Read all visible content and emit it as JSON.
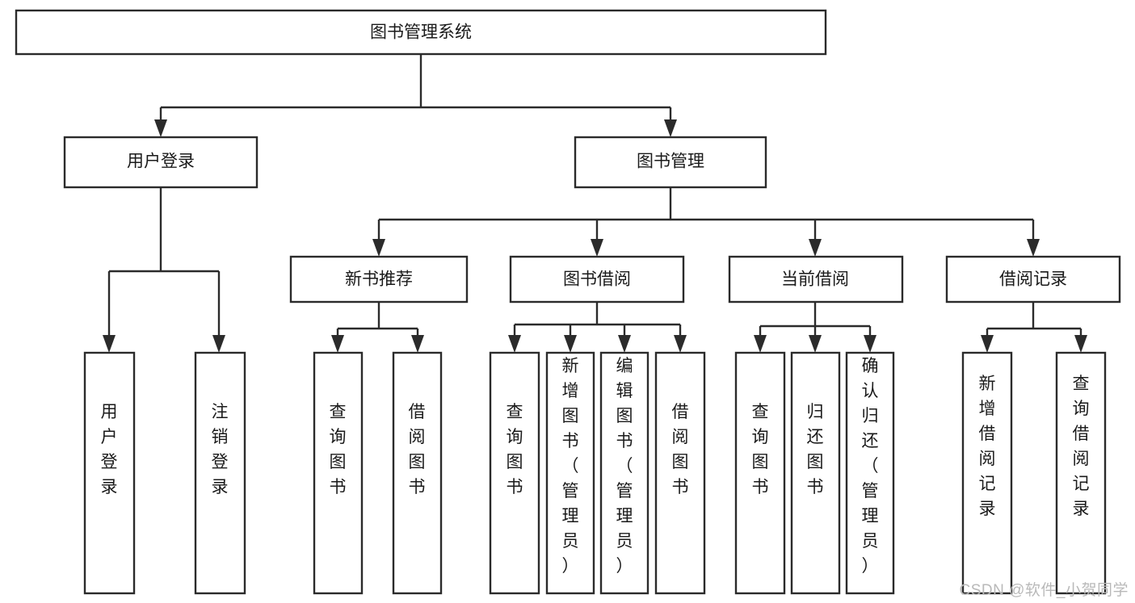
{
  "diagram": {
    "type": "hierarchy-tree",
    "title": "图书管理系统",
    "watermark": "CSDN @软件_小贺同学",
    "colors": {
      "stroke": "#2b2b2b",
      "fill": "#ffffff",
      "text": "#1a1a1a",
      "watermark": "#b9b9b9"
    },
    "root": {
      "label": "图书管理系统",
      "orientation": "horizontal"
    },
    "level2": [
      {
        "id": "user-login",
        "label": "用户登录",
        "orientation": "horizontal"
      },
      {
        "id": "book-manage",
        "label": "图书管理",
        "orientation": "horizontal"
      }
    ],
    "level3": [
      {
        "id": "new-book-recommend",
        "label": "新书推荐",
        "parent": "book-manage",
        "orientation": "horizontal"
      },
      {
        "id": "book-borrow",
        "label": "图书借阅",
        "parent": "book-manage",
        "orientation": "horizontal"
      },
      {
        "id": "current-borrow",
        "label": "当前借阅",
        "parent": "book-manage",
        "orientation": "horizontal"
      },
      {
        "id": "borrow-record",
        "label": "借阅记录",
        "parent": "book-manage",
        "orientation": "horizontal"
      }
    ],
    "leaves": [
      {
        "id": "leaf-user-login",
        "label": "用户登录",
        "parent": "user-login",
        "orientation": "vertical"
      },
      {
        "id": "leaf-user-logout",
        "label": "注销登录",
        "parent": "user-login",
        "orientation": "vertical"
      },
      {
        "id": "leaf-query-book-1",
        "label": "查询图书",
        "parent": "new-book-recommend",
        "orientation": "vertical"
      },
      {
        "id": "leaf-borrow-book-1",
        "label": "借阅图书",
        "parent": "new-book-recommend",
        "orientation": "vertical"
      },
      {
        "id": "leaf-query-book-2",
        "label": "查询图书",
        "parent": "book-borrow",
        "orientation": "vertical"
      },
      {
        "id": "leaf-add-book",
        "label": "新增图书（管理员）",
        "parent": "book-borrow",
        "orientation": "vertical"
      },
      {
        "id": "leaf-edit-book",
        "label": "编辑图书（管理员）",
        "parent": "book-borrow",
        "orientation": "vertical"
      },
      {
        "id": "leaf-borrow-book-2",
        "label": "借阅图书",
        "parent": "book-borrow",
        "orientation": "vertical"
      },
      {
        "id": "leaf-query-book-3",
        "label": "查询图书",
        "parent": "current-borrow",
        "orientation": "vertical"
      },
      {
        "id": "leaf-return-book",
        "label": "归还图书",
        "parent": "current-borrow",
        "orientation": "vertical"
      },
      {
        "id": "leaf-confirm-return",
        "label": "确认归还（管理员）",
        "parent": "current-borrow",
        "orientation": "vertical"
      },
      {
        "id": "leaf-add-record",
        "label": "新增借阅记录",
        "parent": "borrow-record",
        "orientation": "vertical"
      },
      {
        "id": "leaf-query-record",
        "label": "查询借阅记录",
        "parent": "borrow-record",
        "orientation": "vertical"
      }
    ]
  }
}
